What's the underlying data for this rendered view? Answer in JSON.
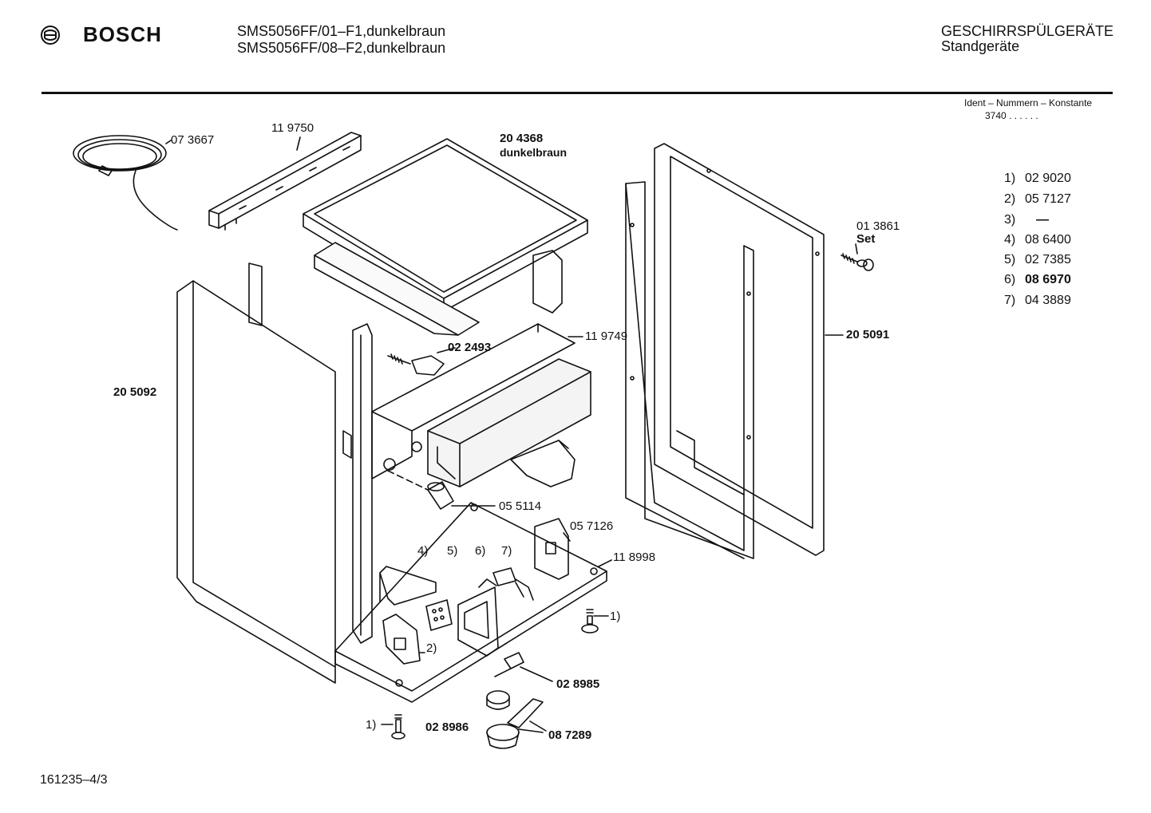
{
  "header": {
    "brand": "BOSCH",
    "models": [
      "SMS5056FF/01–F1,dunkelbraun",
      "SMS5056FF/08–F2,dunkelbraun"
    ],
    "category": "GESCHIRRSPÜLGERÄTE",
    "subcategory": "Standgeräte"
  },
  "ident": {
    "title": "Ident – Nummern – Konstante",
    "value": "3740 . . . . . ."
  },
  "legend": [
    {
      "num": "1)",
      "part": "02 9020",
      "bold": false
    },
    {
      "num": "2)",
      "part": "05 7127",
      "bold": false
    },
    {
      "num": "3)",
      "part": "—",
      "bold": false
    },
    {
      "num": "4)",
      "part": "08 6400",
      "bold": false
    },
    {
      "num": "5)",
      "part": "02 7385",
      "bold": false
    },
    {
      "num": "6)",
      "part": "08 6970",
      "bold": true
    },
    {
      "num": "7)",
      "part": "04 3889",
      "bold": false
    }
  ],
  "parts": {
    "p073667": "07 3667",
    "p119750": "11 9750",
    "p204368": "20 4368",
    "p204368_color": "dunkelbraun",
    "p013861": "01 3861",
    "p013861_set": "Set",
    "p022493": "02 2493",
    "p119749": "11 9749",
    "p205091": "20 5091",
    "p205092": "20 5092",
    "p055114": "05 5114",
    "p057126": "05 7126",
    "p118998": "11 8998",
    "p028985": "02 8985",
    "p028986": "02 8986",
    "p087289": "08 7289",
    "c1a": "1)",
    "c1b": "1)",
    "c2": "2)",
    "c4": "4)",
    "c5": "5)",
    "c6": "6)",
    "c7": "7)"
  },
  "footer": {
    "doc_number": "161235–4/3"
  }
}
